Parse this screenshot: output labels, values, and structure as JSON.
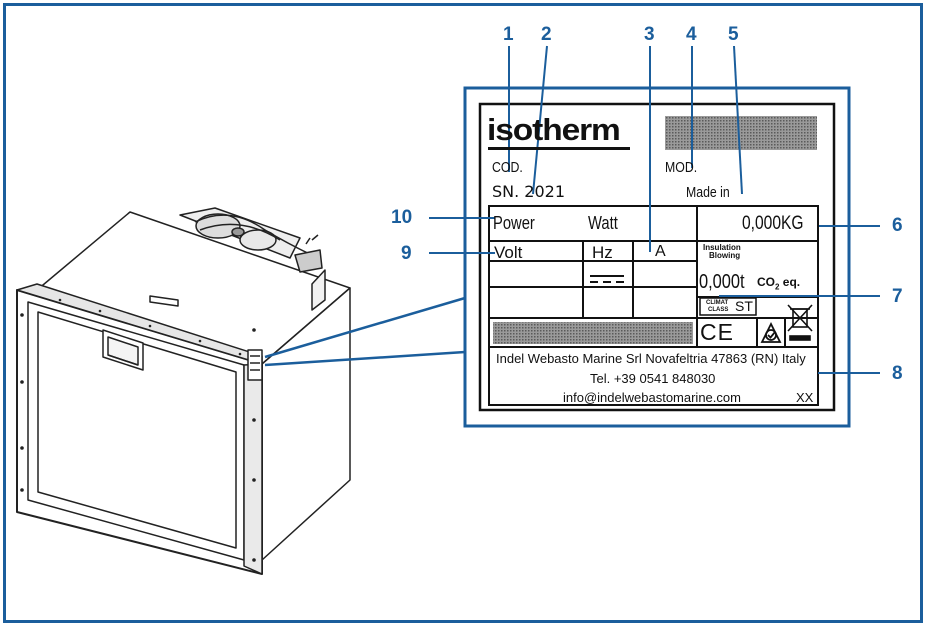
{
  "callouts": [
    "1",
    "2",
    "3",
    "4",
    "5",
    "6",
    "7",
    "8",
    "9",
    "10"
  ],
  "plate": {
    "brand": "isotherm",
    "cod_label": "COD.",
    "mod_label": "MOD.",
    "sn_label": "SN. 2021",
    "made_in_label": "Made in",
    "power_label": "Power",
    "watt_label": "Watt",
    "weight_value": "0,000KG",
    "volt_label": "Volt",
    "hz_label": "Hz",
    "amp_label": "A",
    "insulation_line1": "Insulation",
    "insulation_line2": "Blowing",
    "co2_value": "0,000t",
    "co2_unit": "CO",
    "co2_sub": "2",
    "co2_suffix": " eq.",
    "climate_line1": "CLIMAT",
    "climate_line2": "CLASS",
    "climate_value": "ST",
    "ce_mark": "CE",
    "company_line": "Indel Webasto Marine Srl Novafeltria 47863 (RN) Italy",
    "phone_line": "Tel. +39 0541 848030",
    "email_line": "info@indelwebastomarine.com",
    "code_suffix": "XX"
  },
  "colors": {
    "accent": "#1b5e9c",
    "ink": "#111111",
    "fill": "#ffffff"
  }
}
